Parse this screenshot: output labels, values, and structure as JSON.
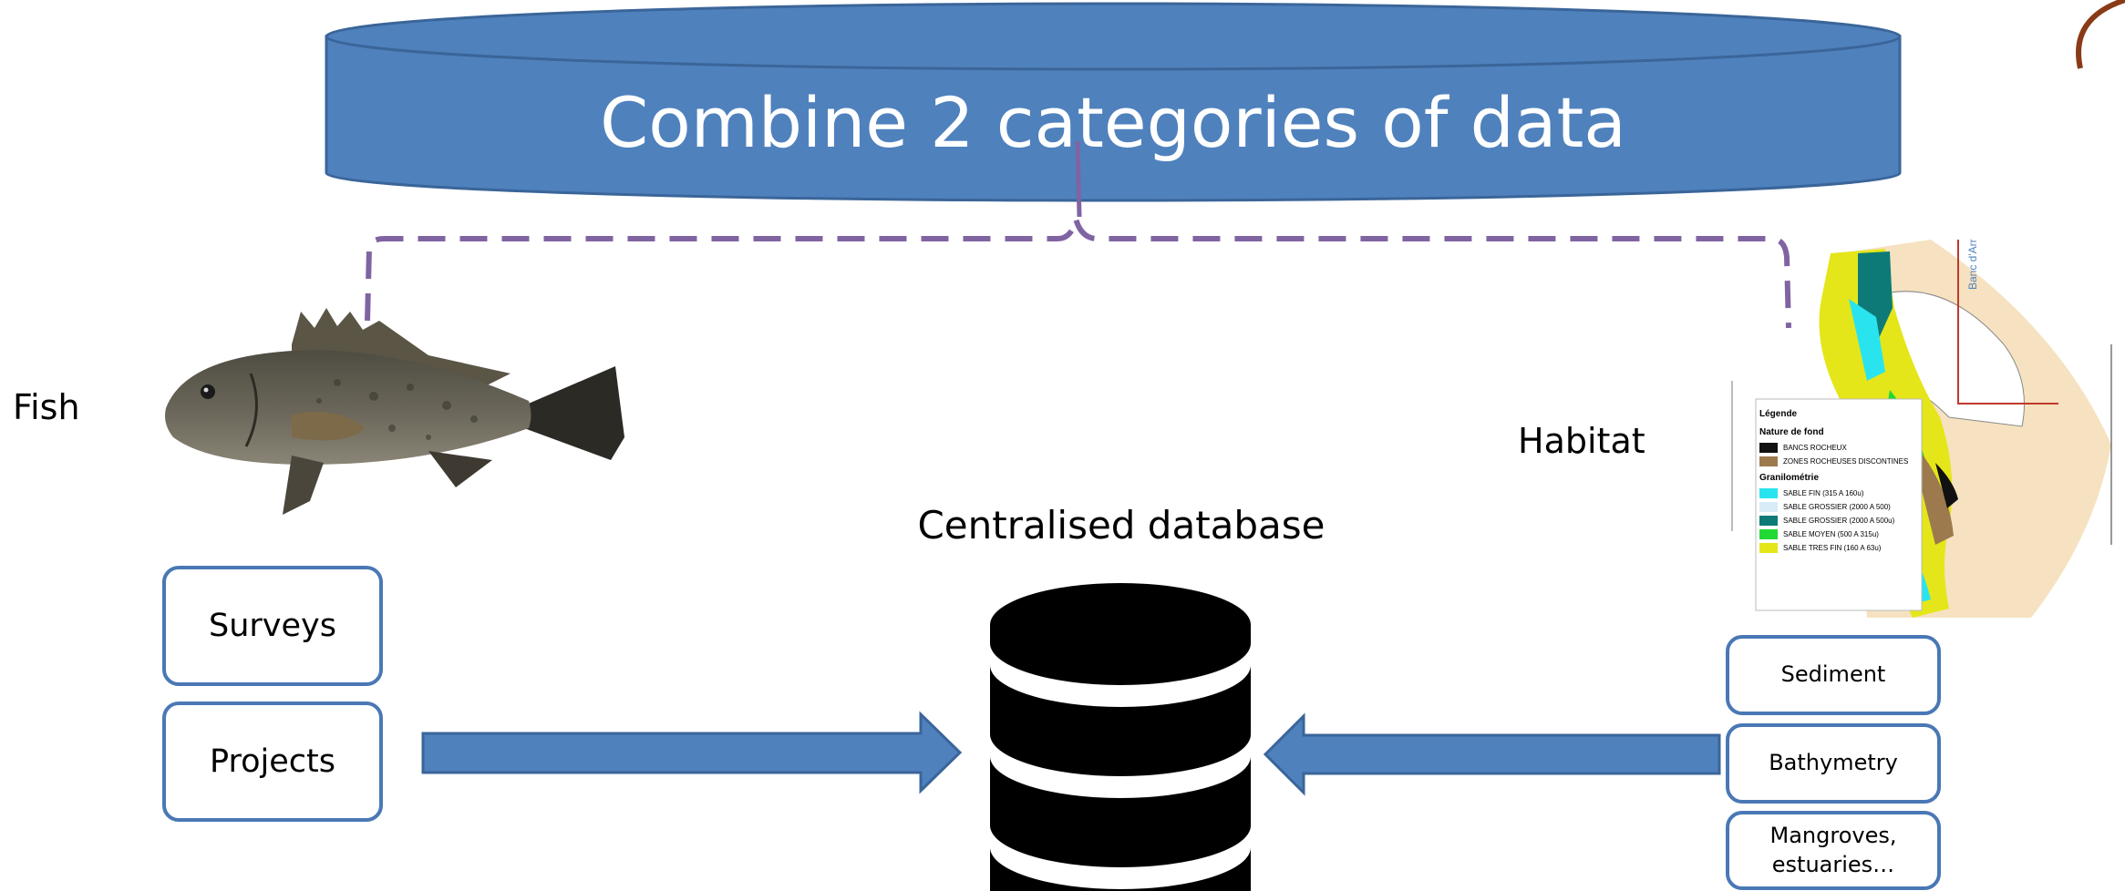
{
  "title": "Combine 2 categories of data",
  "left_group": {
    "label": "Fish",
    "image": "grouper-fish-photo",
    "boxes": [
      "Surveys",
      "Projects"
    ]
  },
  "right_group": {
    "label": "Habitat",
    "image": "seabed-habitat-map",
    "boxes": [
      "Sediment",
      "Bathymetry",
      "Mangroves,\nestuaries…"
    ]
  },
  "center": {
    "label": "Centralised database",
    "icon": "database-icon"
  },
  "map_legend": {
    "title": "Légende",
    "section1": "Nature de fond",
    "items1": [
      {
        "label": "BANCS ROCHEUX",
        "color": "#111111"
      },
      {
        "label": "ZONES ROCHEUSES DISCONTINES",
        "color": "#9c7a4e"
      }
    ],
    "section2": "Granilométrie",
    "items2": [
      {
        "label": "SABLE FIN (315 A 160u)",
        "color": "#29e4ef"
      },
      {
        "label": "SABLE GROSSIER (2000 A 500)",
        "color": "#d8ecf7"
      },
      {
        "label": "SABLE GROSSIER (2000 A 500u)",
        "color": "#0d7a78"
      },
      {
        "label": "SABLE MOYEN (500 A 315u)",
        "color": "#22d934"
      },
      {
        "label": "SABLE TRES FIN (160 A 63u)",
        "color": "#e4e61a"
      }
    ],
    "map_label": "Banc d'Arr"
  },
  "colors": {
    "primary_blue": "#4f81bd",
    "box_border": "#4a78b5",
    "connector_purple": "#8064a2"
  }
}
